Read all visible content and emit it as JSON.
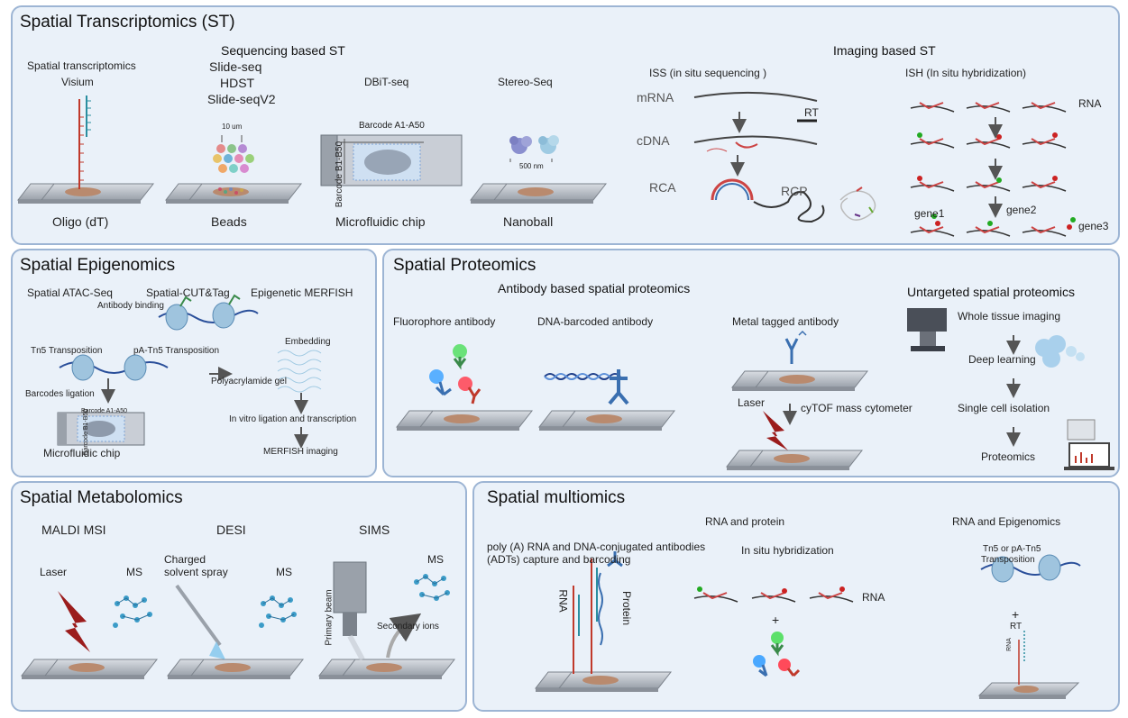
{
  "st": {
    "title": "Spatial Transcriptomics (ST)",
    "seq_header": "Sequencing based ST",
    "img_header": "Imaging based ST",
    "visium": [
      "Spatial transcriptomics",
      "Visium"
    ],
    "visium_bottom": "Oligo (dT)",
    "slideseq": [
      "Slide-seq",
      "HDST",
      "Slide-seqV2"
    ],
    "bead_size": "10 um",
    "beads": "Beads",
    "dbit": "DBiT-seq",
    "barcode_a": "Barcode A1-A50",
    "barcode_b": "Barcode B1-B50",
    "microfluidic": "Microfluidic chip",
    "stereo": "Stereo-Seq",
    "nm500": "500 nm",
    "nanoball": "Nanoball",
    "iss": "ISS (in situ sequencing )",
    "mrna": "mRNA",
    "cdna": "cDNA",
    "rca": "RCA",
    "rt": "RT",
    "rcp": "RCP",
    "ish": "ISH (In situ hybridization)",
    "rna": "RNA",
    "gene1": "gene1",
    "gene2": "gene2",
    "gene3": "gene3"
  },
  "epi": {
    "title": "Spatial Epigenomics",
    "atac": "Spatial ATAC-Seq",
    "cuttag": "Spatial-CUT&Tag",
    "antibody_binding": "Antibody binding",
    "merfish": "Epigenetic MERFISH",
    "tn5": "Tn5 Transposition",
    "patn5": "pA-Tn5 Transposition",
    "embedding": "Embedding",
    "polyacryl": "Polyacrylamide gel",
    "barcodes_ligation": "Barcodes ligation",
    "invitro": "In vitro ligation and transcription",
    "chip_a": "Barcode A1-A50",
    "chip_b": "Barcode B1-B50",
    "microfluidic": "Microfluidic chip",
    "merfish_imaging": "MERFISH imaging"
  },
  "prot": {
    "title": "Spatial Proteomics",
    "antibody_header": "Antibody based spatial proteomics",
    "untargeted": "Untargeted spatial proteomics",
    "fluoro": "Fluorophore antibody",
    "dna_barcoded": "DNA-barcoded antibody",
    "metal": "Metal tagged antibody",
    "laser": "Laser",
    "cytof": "cyTOF mass cytometer",
    "whole": "Whole tissue imaging",
    "deep": "Deep learning",
    "single": "Single cell isolation",
    "proteomics": "Proteomics"
  },
  "meta": {
    "title": "Spatial Metabolomics",
    "maldi": "MALDI MSI",
    "desi": "DESI",
    "sims": "SIMS",
    "laser": "Laser",
    "ms1": "MS",
    "charged": [
      "Charged",
      "solvent spray"
    ],
    "ms2": "MS",
    "ms3": "MS",
    "primary": "Primary beam",
    "secondary": "Secondary ions"
  },
  "multi": {
    "title": "Spatial multiomics",
    "rna_protein": "RNA and protein",
    "rna_epi": "RNA and Epigenomics",
    "polya": [
      "poly (A) RNA and DNA-conjugated antibodies",
      "(ADTs) capture and barcoding"
    ],
    "ish": "In situ hybridization",
    "rna_vert": "RNA",
    "protein_vert": "Protein",
    "rna": "RNA",
    "plus": "+",
    "tn5": [
      "Tn5 or pA-Tn5",
      "Transposition"
    ],
    "plus2": "+",
    "rt": "RT",
    "rna_small": "RNA"
  },
  "colors": {
    "panel_bg": "#eaf1f9",
    "panel_border": "#9db5d4",
    "tissue": "#b98a6e",
    "red": "#c0392b",
    "teal": "#2a8ea0",
    "blue": "#3a6fb0",
    "laser": "#9b1c1c"
  }
}
